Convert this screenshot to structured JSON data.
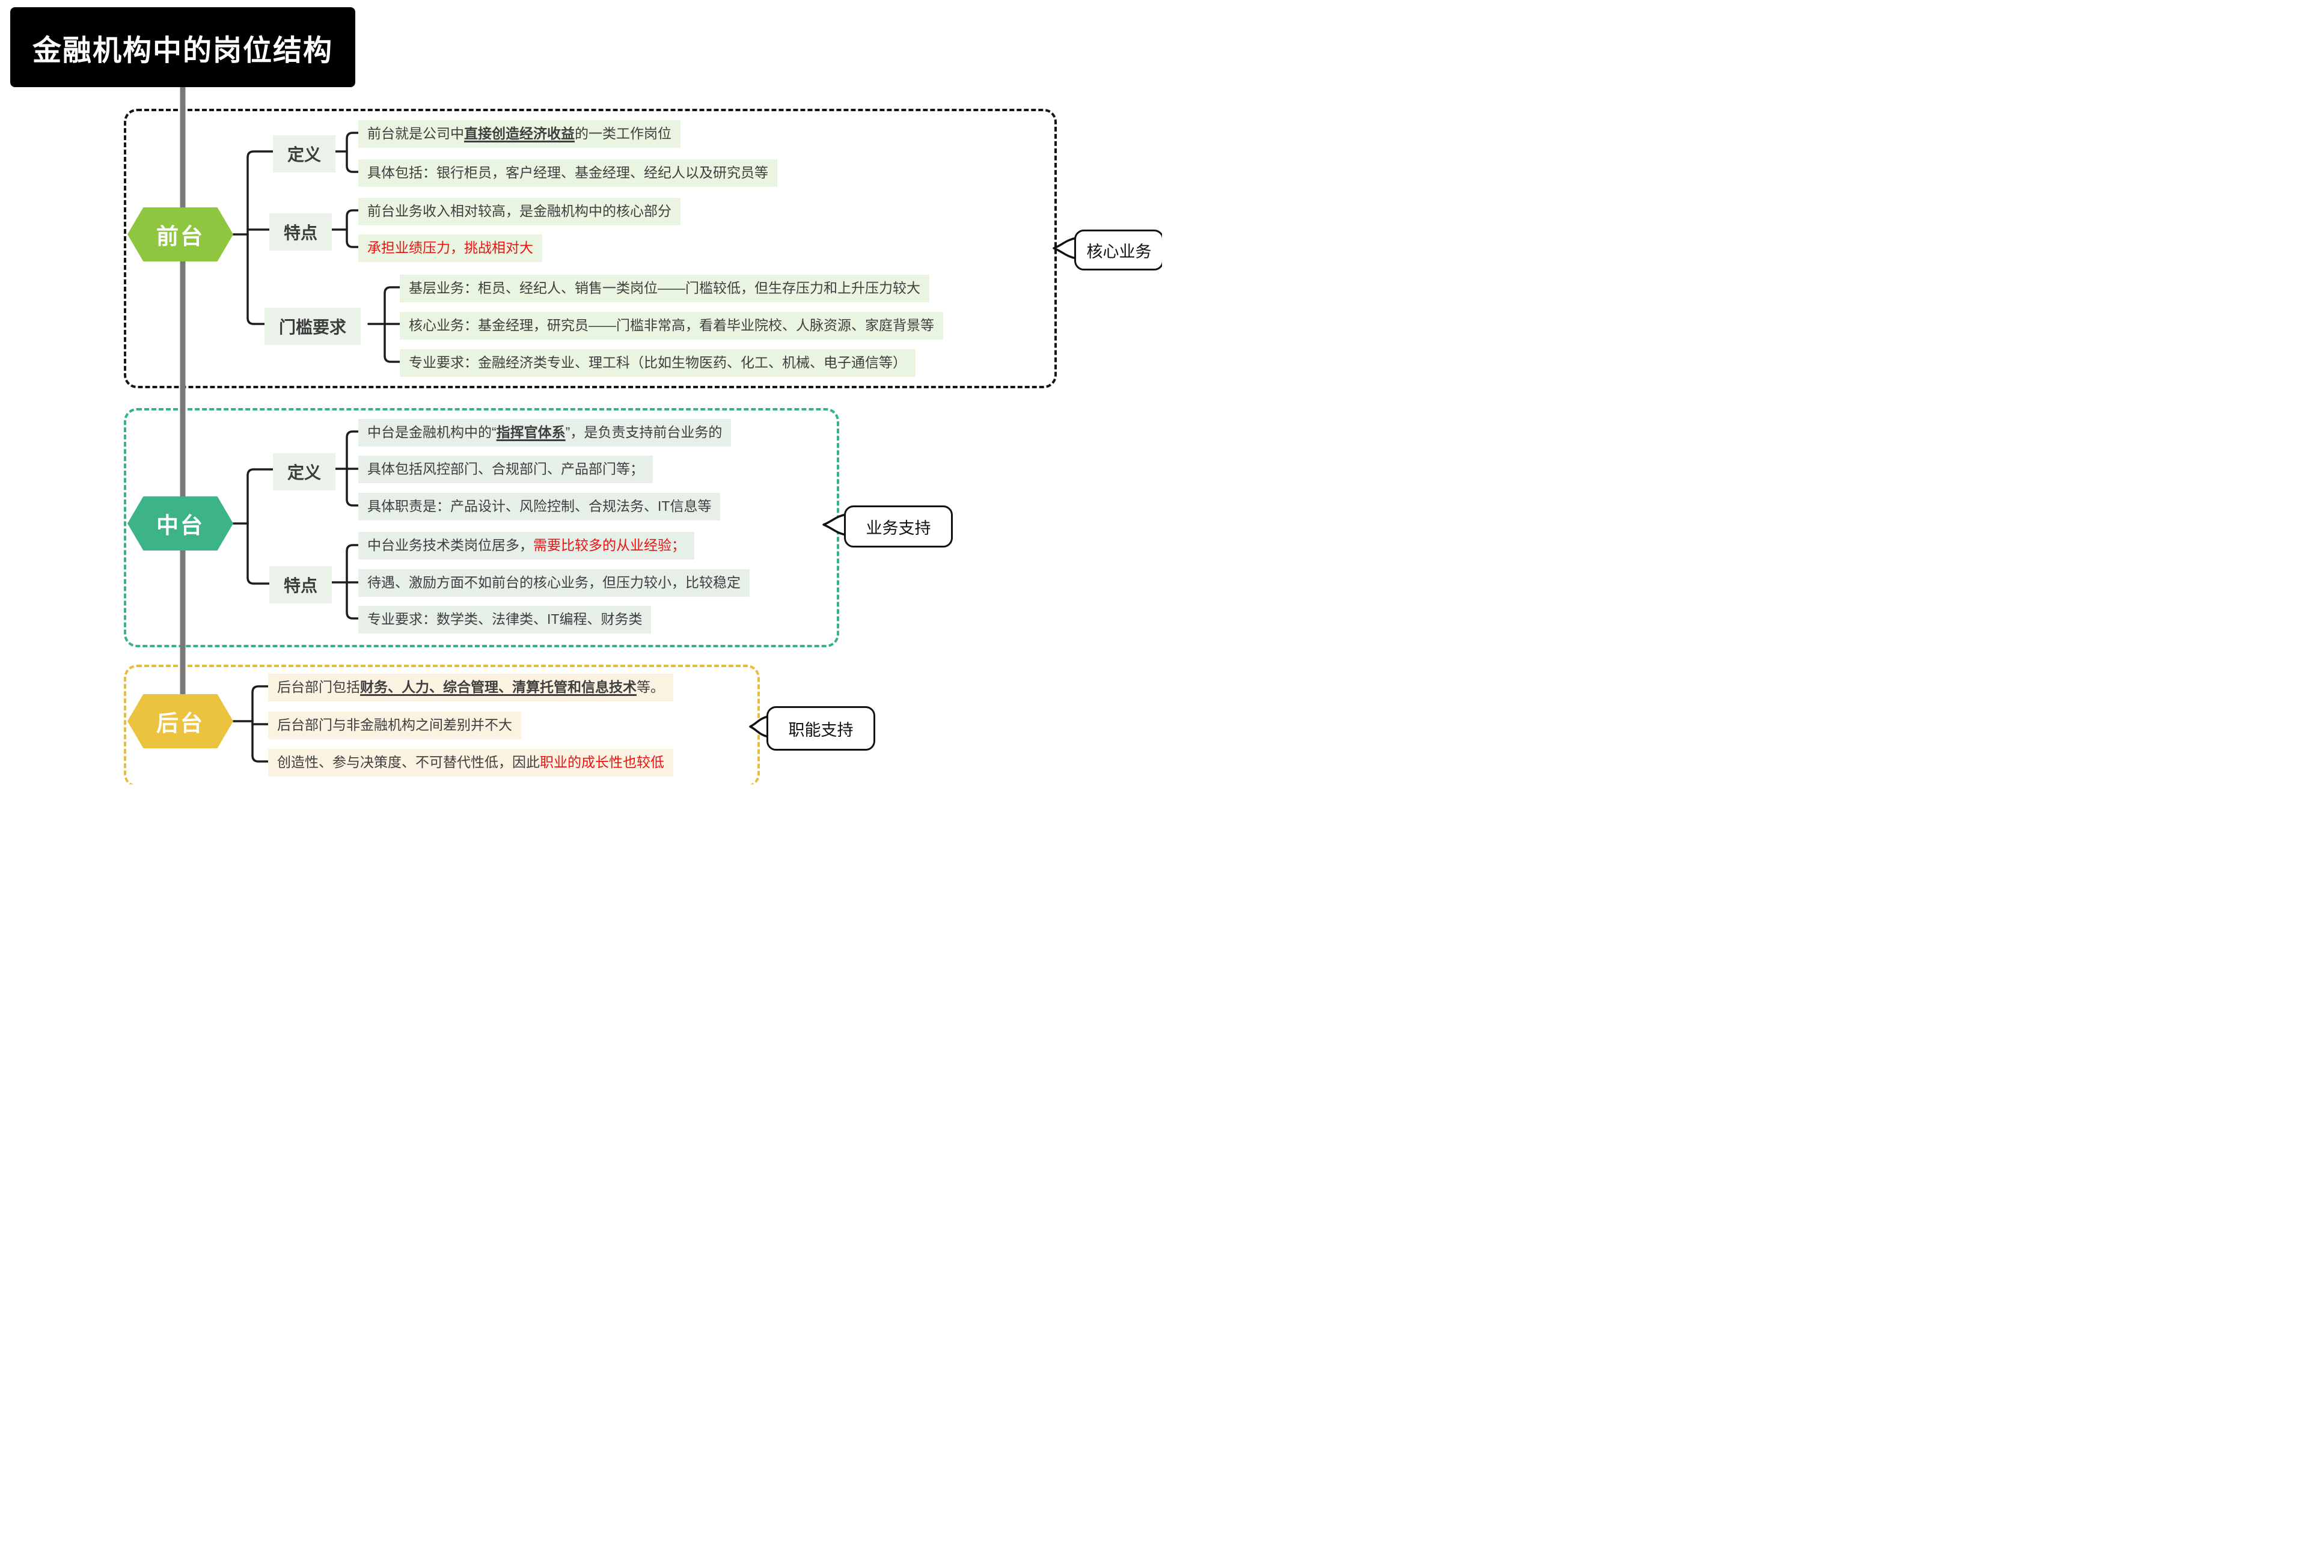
{
  "title": "金融机构中的岗位结构",
  "colors": {
    "front_node": "#8ec63f",
    "middle_node": "#3cb487",
    "back_node": "#ecc33e",
    "front_border": "#161616",
    "middle_border": "#35b384",
    "back_border": "#e8bc3d",
    "highlight_red": "#ed1111"
  },
  "sections": {
    "front": {
      "node_label": "前台",
      "callout": "核心业务",
      "def": {
        "label": "定义",
        "l1_pre": "前台就是公司中",
        "l1_em": "直接创造经济收益",
        "l1_post": "的一类工作岗位",
        "l2": "具体包括：银行柜员，客户经理、基金经理、经纪人以及研究员等"
      },
      "feat": {
        "label": "特点",
        "l1": "前台业务收入相对较高，是金融机构中的核心部分",
        "l2_red": "承担业绩压力，挑战相对大"
      },
      "threshold": {
        "label": "门槛要求",
        "l1": "基层业务：柜员、经纪人、销售一类岗位——门槛较低，但生存压力和上升压力较大",
        "l2": "核心业务：基金经理，研究员——门槛非常高，看着毕业院校、人脉资源、家庭背景等",
        "l3": "专业要求：金融经济类专业、理工科（比如生物医药、化工、机械、电子通信等）"
      }
    },
    "middle": {
      "node_label": "中台",
      "callout": "业务支持",
      "def": {
        "label": "定义",
        "l1_pre": "中台是金融机构中的“",
        "l1_em": "指挥官体系",
        "l1_post": "”，是负责支持前台业务的",
        "l2": "具体包括风控部门、合规部门、产品部门等；",
        "l3": "具体职责是：产品设计、风险控制、合规法务、IT信息等"
      },
      "feat": {
        "label": "特点",
        "l1_pre": "中台业务技术类岗位居多，",
        "l1_red": "需要比较多的从业经验；",
        "l2": "待遇、激励方面不如前台的核心业务，但压力较小，比较稳定",
        "l3": "专业要求：数学类、法律类、IT编程、财务类"
      }
    },
    "back": {
      "node_label": "后台",
      "callout": "职能支持",
      "l1_pre": "后台部门包括",
      "l1_em": "财务、人力、综合管理、清算托管和信息技术",
      "l1_post": "等。",
      "l2": "后台部门与非金融机构之间差别并不大",
      "l3_pre": "创造性、参与决策度、不可替代性低，因此",
      "l3_red": "职业的成长性也较低"
    }
  }
}
